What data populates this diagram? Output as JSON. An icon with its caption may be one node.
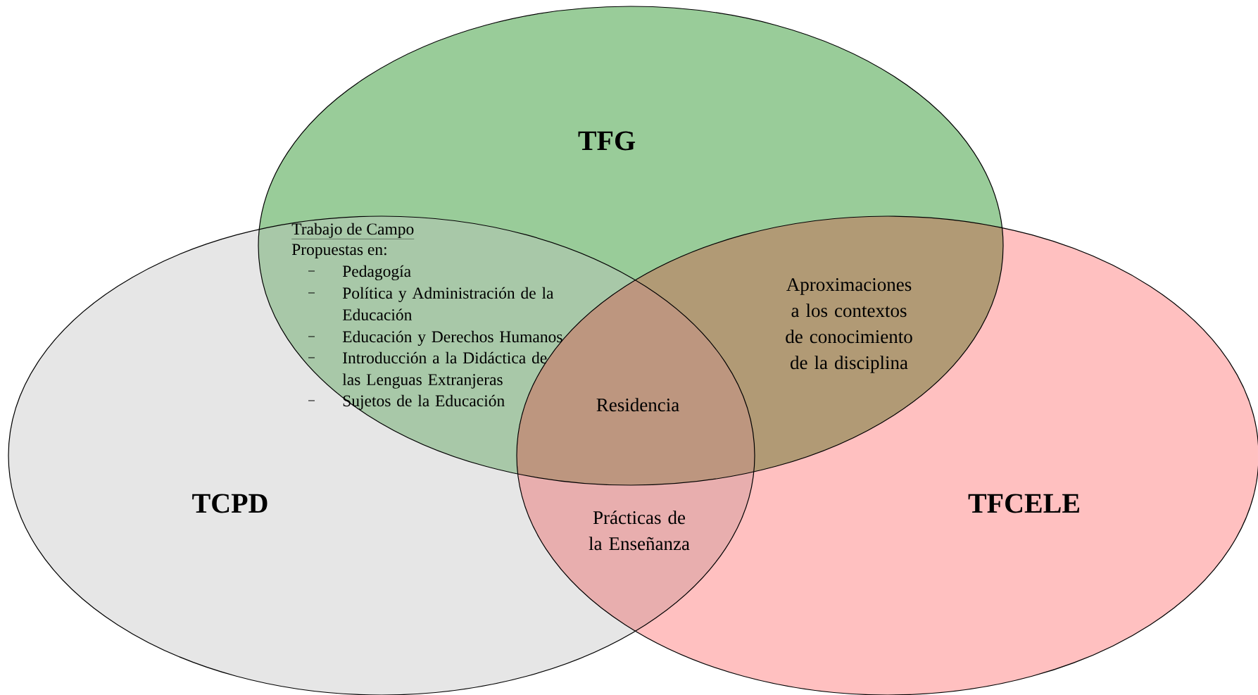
{
  "diagram": {
    "nodes": [
      {
        "text": [
          "TFG"
        ]
      },
      {
        "text": [
          "TCPD"
        ]
      },
      {
        "text": [
          "TFCELE"
        ]
      }
    ],
    "labels": [
      "Trabajo de Campo",
      "Propuestas en:",
      "Pedagogía",
      "Política y Administración de la Educación",
      "Educación y Derechos Humanos",
      "Introducción a la Didáctica de las Lenguas Extranjeras",
      "Sujetos de la Educación",
      "Aproximaciones a los contextos de conocimiento de la disciplina",
      "Residencia",
      "Prácticas de la Enseñanza"
    ]
  }
}
